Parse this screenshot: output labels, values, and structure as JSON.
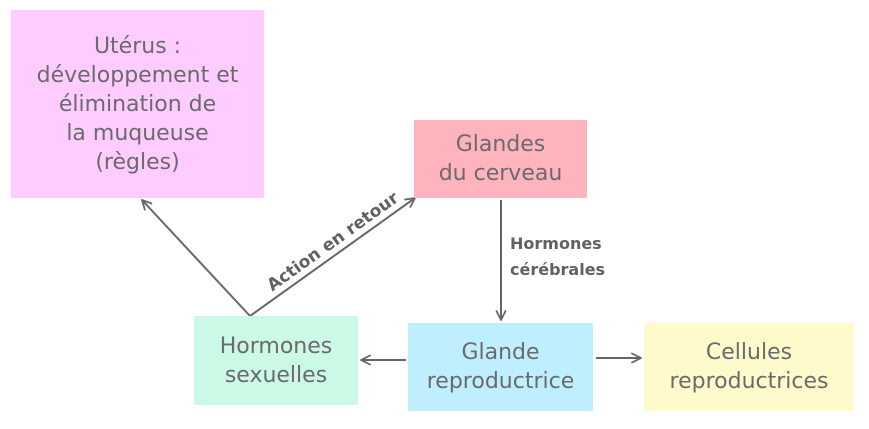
{
  "colors": {
    "arrow": "#666666",
    "text": "#6b6b6b",
    "edge_text": "#616161"
  },
  "nodes": {
    "uterus": {
      "lines": [
        "Utérus :",
        "développement et",
        "élimination de",
        "la muqueuse",
        "(règles)"
      ],
      "fill": "#ffccff"
    },
    "glandes_cerveau": {
      "lines": [
        "Glandes",
        "du cerveau"
      ],
      "fill": "#ffb3bd"
    },
    "hormones_sexuelles": {
      "lines": [
        "Hormones",
        "sexuelles"
      ],
      "fill": "#ccf9e6"
    },
    "glande_reproductrice": {
      "lines": [
        "Glande",
        "reproductrice"
      ],
      "fill": "#bfefff"
    },
    "cellules_reproductrices": {
      "lines": [
        "Cellules",
        "reproductrices"
      ],
      "fill": "#fffacc"
    }
  },
  "edge_labels": {
    "retroaction": "Action en retour",
    "hormones_cerebrales_line1": "Hormones",
    "hormones_cerebrales_line2": "cérébrales"
  }
}
